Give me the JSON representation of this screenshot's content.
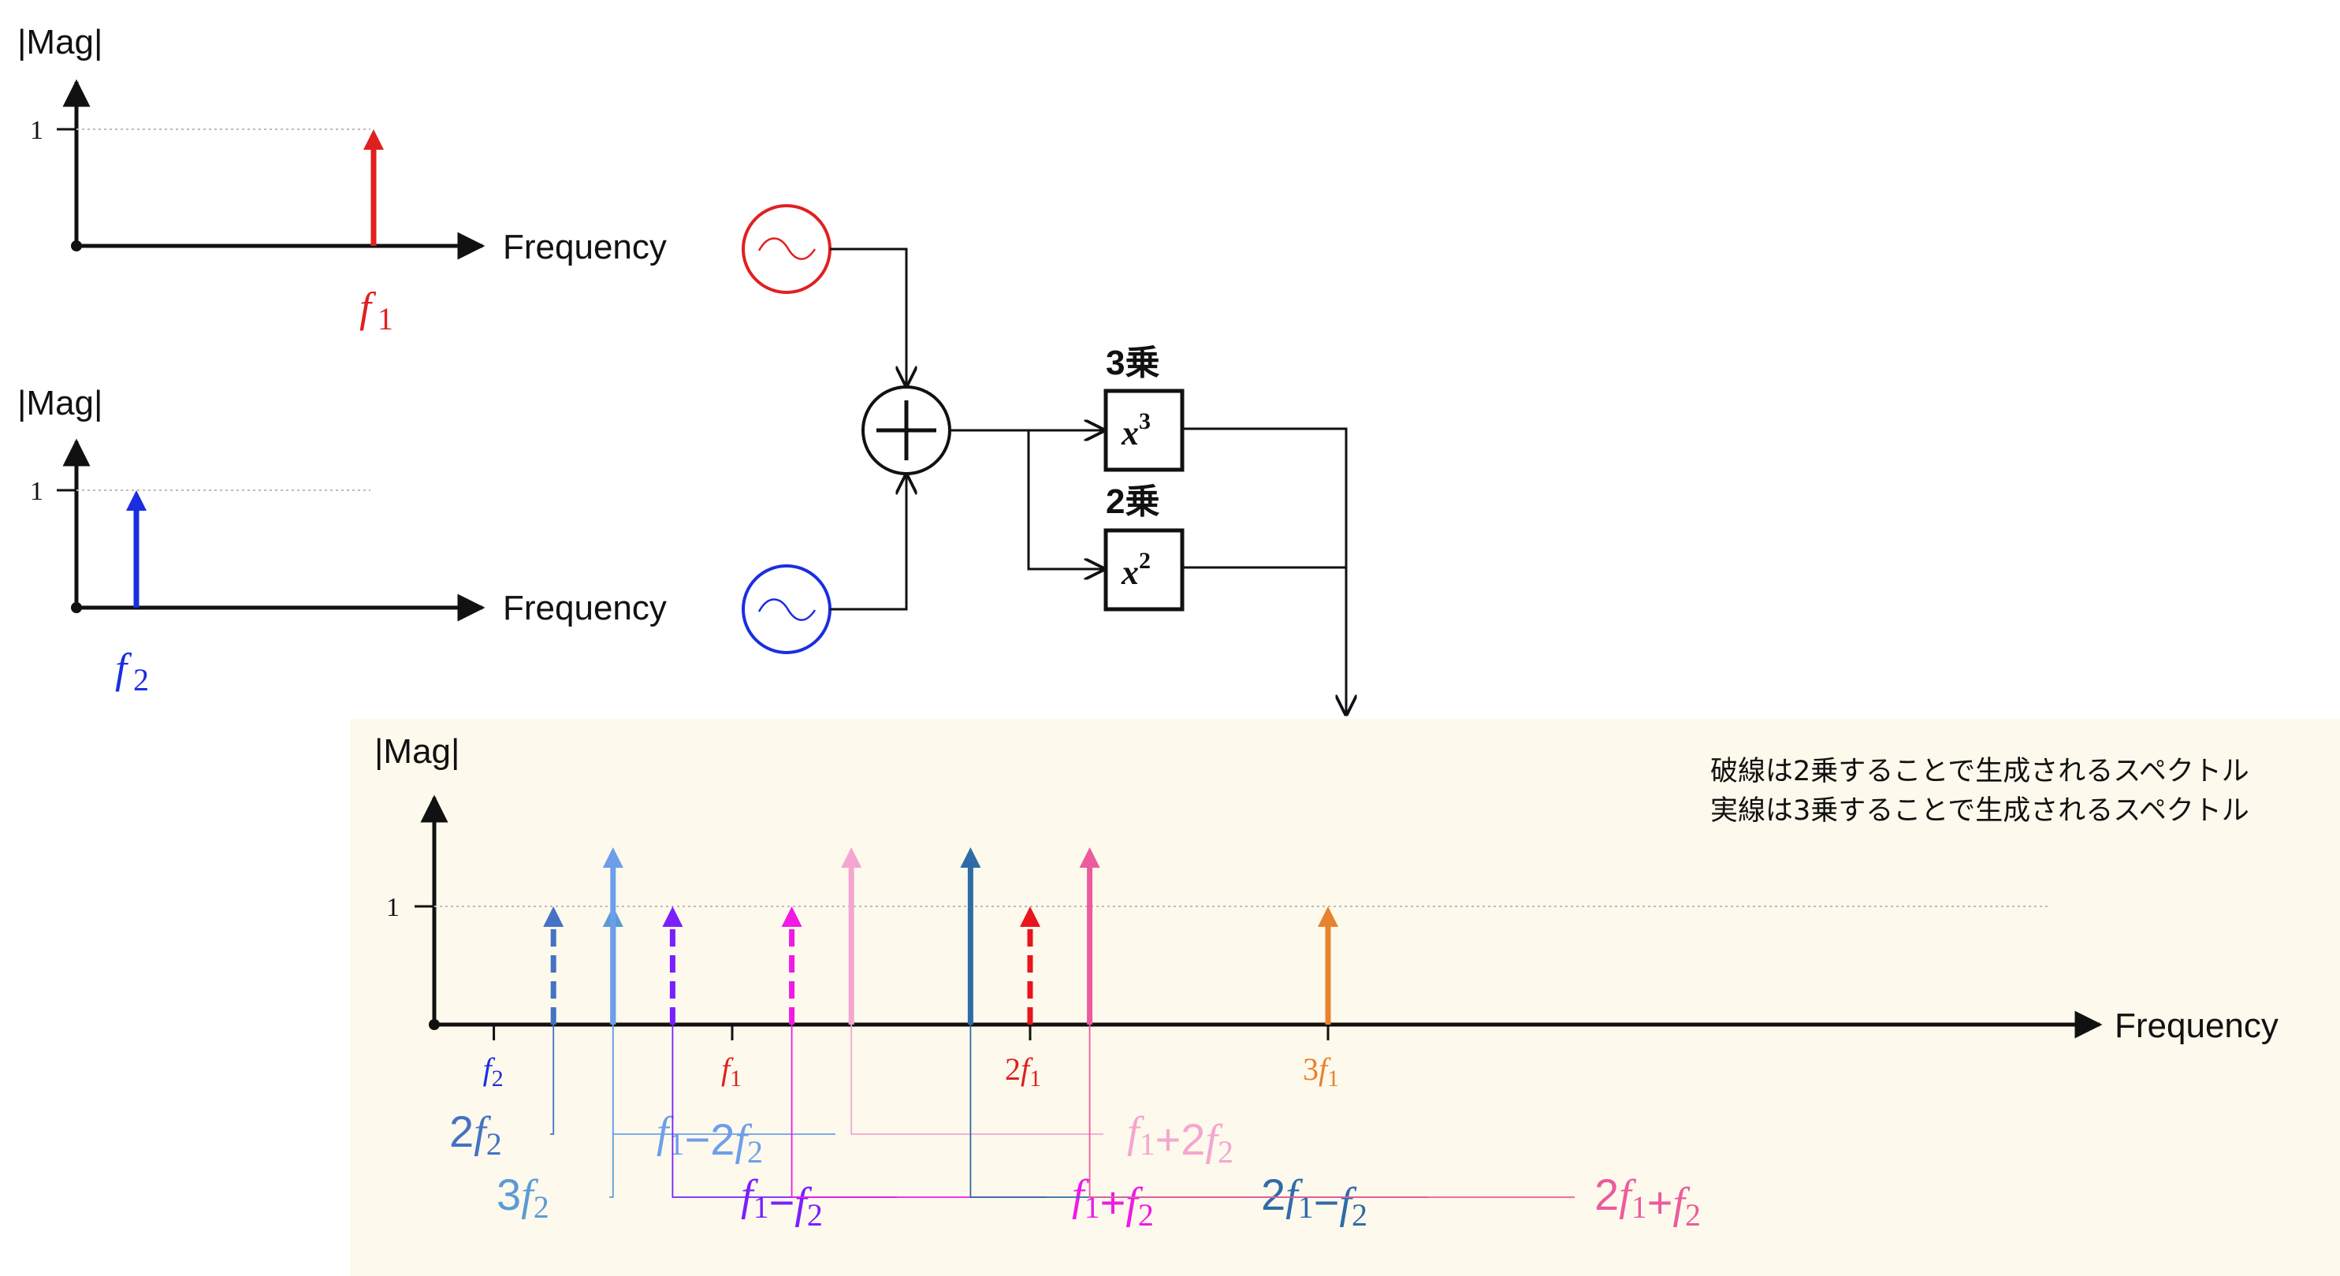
{
  "inputs": {
    "f1_plot": {
      "ylabel": "|Mag|",
      "tick": "1",
      "xlabel": "Frequency",
      "freq_label": "f",
      "freq_sub": "1",
      "color": "#e02020",
      "magnitude": 1
    },
    "f2_plot": {
      "ylabel": "|Mag|",
      "tick": "1",
      "xlabel": "Frequency",
      "freq_label": "f",
      "freq_sub": "2",
      "color": "#1a2ee0",
      "magnitude": 1
    }
  },
  "sources": {
    "top_color": "#e02020",
    "bottom_color": "#1a2ee0"
  },
  "blocks": {
    "cube": {
      "title": "3乗",
      "base": "x",
      "exp": "3"
    },
    "square": {
      "title": "2乗",
      "base": "x",
      "exp": "2"
    }
  },
  "output": {
    "ylabel": "|Mag|",
    "tick": "1",
    "xlabel": "Frequency",
    "background": "#fdf9ec",
    "notes": [
      "破線は2乗することで生成されるスペクトル",
      "実線は3乗することで生成されるスペクトル"
    ],
    "axis_labels": [
      {
        "coef": "",
        "sub": "1",
        "x": "f1",
        "color": "#e02020"
      },
      {
        "coef": "",
        "sub": "2",
        "x": "f2",
        "color": "#1a2ee0"
      },
      {
        "coef": "2",
        "sub": "1",
        "x": "2f1",
        "color": "#e02020"
      },
      {
        "coef": "3",
        "sub": "1",
        "x": "3f1",
        "color": "#e9822d"
      }
    ],
    "components": [
      {
        "id": "2f2",
        "color": "#4472c4",
        "style": "dashed",
        "mag": 1,
        "label": [
          [
            "2",
            ""
          ],
          [
            "f",
            "2"
          ]
        ]
      },
      {
        "id": "3f2",
        "color": "#5b9bd5",
        "style": "solid",
        "mag": 1,
        "label": [
          [
            "3",
            ""
          ],
          [
            "f",
            "2"
          ]
        ]
      },
      {
        "id": "f1-2f2",
        "color": "#6d9eeb",
        "style": "solid",
        "mag": 1.5,
        "label": [
          [
            "",
            "f",
            "1"
          ],
          [
            "−2",
            ""
          ],
          [
            "f",
            "2"
          ]
        ]
      },
      {
        "id": "f1-f2",
        "color": "#7a1fff",
        "style": "dashed",
        "mag": 1,
        "label": [
          [
            "f",
            "1"
          ],
          [
            "−",
            ""
          ],
          [
            "f",
            "2"
          ]
        ]
      },
      {
        "id": "f1+f2",
        "color": "#ef1ae6",
        "style": "dashed",
        "mag": 1,
        "label": [
          [
            "f",
            "1"
          ],
          [
            "+",
            ""
          ],
          [
            "f",
            "2"
          ]
        ]
      },
      {
        "id": "f1+2f2",
        "color": "#f4a6d0",
        "style": "solid",
        "mag": 1.5,
        "label": [
          [
            "f",
            "1"
          ],
          [
            "+2",
            ""
          ],
          [
            "f",
            "2"
          ]
        ]
      },
      {
        "id": "2f1-f2",
        "color": "#2e6ca8",
        "style": "solid",
        "mag": 1.5,
        "label": [
          [
            "2",
            ""
          ],
          [
            "f",
            "1"
          ],
          [
            "−",
            ""
          ],
          [
            "f",
            "2"
          ]
        ]
      },
      {
        "id": "2f1",
        "color": "#e8141e",
        "style": "dashed",
        "mag": 1,
        "label": []
      },
      {
        "id": "2f1+f2",
        "color": "#ec5b9d",
        "style": "solid",
        "mag": 1.5,
        "label": [
          [
            "2",
            ""
          ],
          [
            "f",
            "1"
          ],
          [
            "+",
            ""
          ],
          [
            "f",
            "2"
          ]
        ]
      },
      {
        "id": "3f1",
        "color": "#e9822d",
        "style": "solid",
        "mag": 1,
        "label": []
      }
    ]
  }
}
